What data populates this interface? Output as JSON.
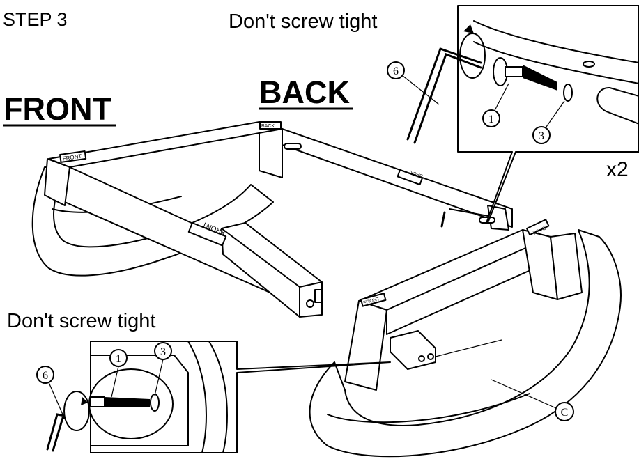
{
  "step": "STEP 3",
  "orientation": {
    "front": "FRONT",
    "back": "BACK"
  },
  "notes": {
    "top": "Don't screw tight",
    "bottom": "Don't screw tight"
  },
  "quantity": "x2",
  "frame_labels": {
    "front": "FRONT",
    "back": "BACK"
  },
  "callouts": {
    "tool": "6",
    "bolt": "1",
    "washer": "3",
    "rocker": "C"
  }
}
